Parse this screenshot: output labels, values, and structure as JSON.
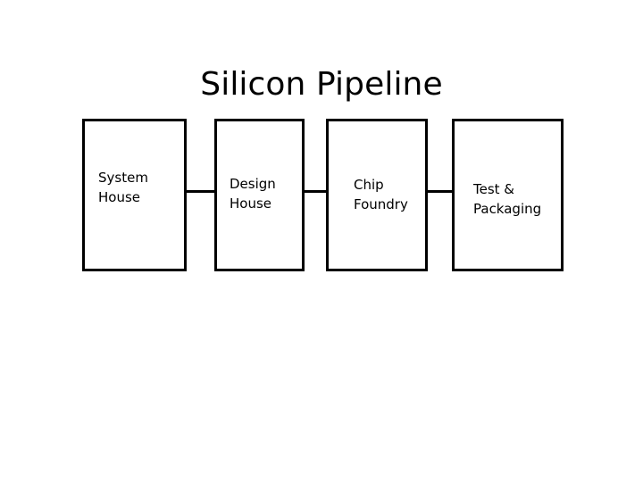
{
  "slide": {
    "title": "Silicon Pipeline",
    "background_color": "#ffffff",
    "line_color": "#000000",
    "text_color": "#000000"
  },
  "diagram": {
    "type": "linear-pipeline",
    "stages": [
      {
        "id": "system-house",
        "label": "System\nHouse"
      },
      {
        "id": "design-house",
        "label": "Design\nHouse"
      },
      {
        "id": "chip-foundry",
        "label": "Chip\nFoundry"
      },
      {
        "id": "test-packaging",
        "label": "Test &\nPackaging"
      }
    ],
    "connectors": [
      {
        "from": "system-house",
        "to": "design-house"
      },
      {
        "from": "design-house",
        "to": "chip-foundry"
      },
      {
        "from": "chip-foundry",
        "to": "test-packaging"
      }
    ]
  }
}
